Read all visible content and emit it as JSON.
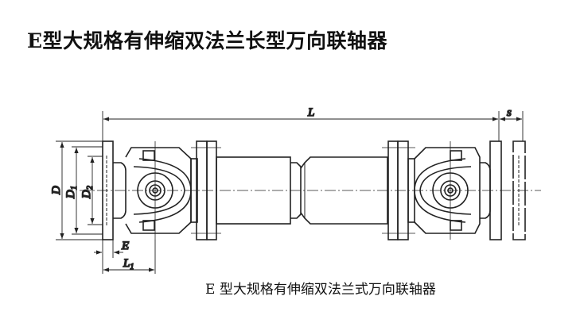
{
  "title": "E型大规格有伸缩双法兰长型万向联轴器",
  "caption": "E 型大规格有伸缩双法兰式万向联轴器",
  "dimensions": {
    "L": "L",
    "s": "s",
    "D": "D",
    "D1": "D",
    "D1_sub": "1",
    "D2": "D",
    "D2_sub": "2",
    "E": "E",
    "L1": "L",
    "L1_sub": "1"
  }
}
